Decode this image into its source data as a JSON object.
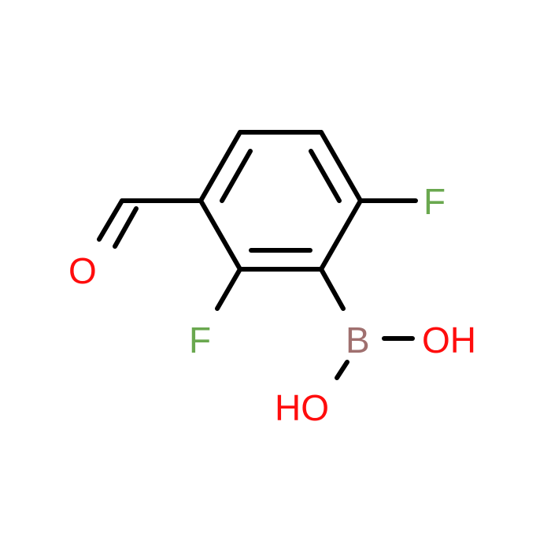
{
  "molecule": {
    "atoms": {
      "fluorine_top": {
        "symbol": "F",
        "color": "#6aa84f"
      },
      "fluorine_bottom": {
        "symbol": "F",
        "color": "#6aa84f"
      },
      "boron": {
        "symbol": "B",
        "color": "#a0706f"
      },
      "hydroxyl_right": {
        "symbol": "OH",
        "color": "#ff0d0d"
      },
      "hydroxyl_bottom": {
        "symbol": "HO",
        "color": "#ff0d0d"
      },
      "aldehyde_oxygen": {
        "symbol": "O",
        "color": "#ff0d0d"
      }
    }
  }
}
